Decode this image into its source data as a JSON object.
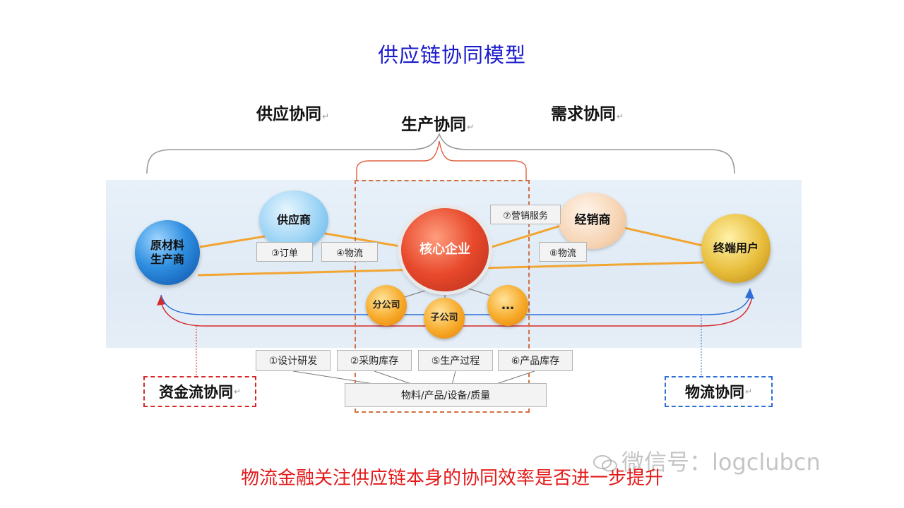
{
  "title": "供应链协同模型",
  "section_labels": {
    "supply": "供应协同",
    "production": "生产协同",
    "demand": "需求协同"
  },
  "nodes": {
    "raw_material": {
      "line1": "原材料",
      "line2": "生产商"
    },
    "supplier": "供应商",
    "core": "核心企业",
    "distributor": "经销商",
    "end_user": "终端用户",
    "branch": "分公司",
    "subsidiary": "子公司",
    "more": "…"
  },
  "flow_labels": {
    "order": "③订单",
    "logistics_in": "④物流",
    "marketing": "⑦营销服务",
    "logistics_out": "⑧物流"
  },
  "process_steps": [
    "①设计研发",
    "②采购库存",
    "⑤生产过程",
    "⑥产品库存"
  ],
  "resources": "物料/产品/设备/质量",
  "flows": {
    "capital": "资金流协同",
    "logistics": "物流协同"
  },
  "caption": "物流金融关注供应链本身的协同效率是否进一步提升",
  "watermark": "微信号：logclubcn",
  "colors": {
    "title": "#1a1acc",
    "caption": "#e31a1a",
    "connector": "#f2a531",
    "capital_arrow": "#d62828",
    "logistics_arrow": "#2d6fd6"
  },
  "icons": {
    "wechat": "wechat-logo-icon"
  }
}
